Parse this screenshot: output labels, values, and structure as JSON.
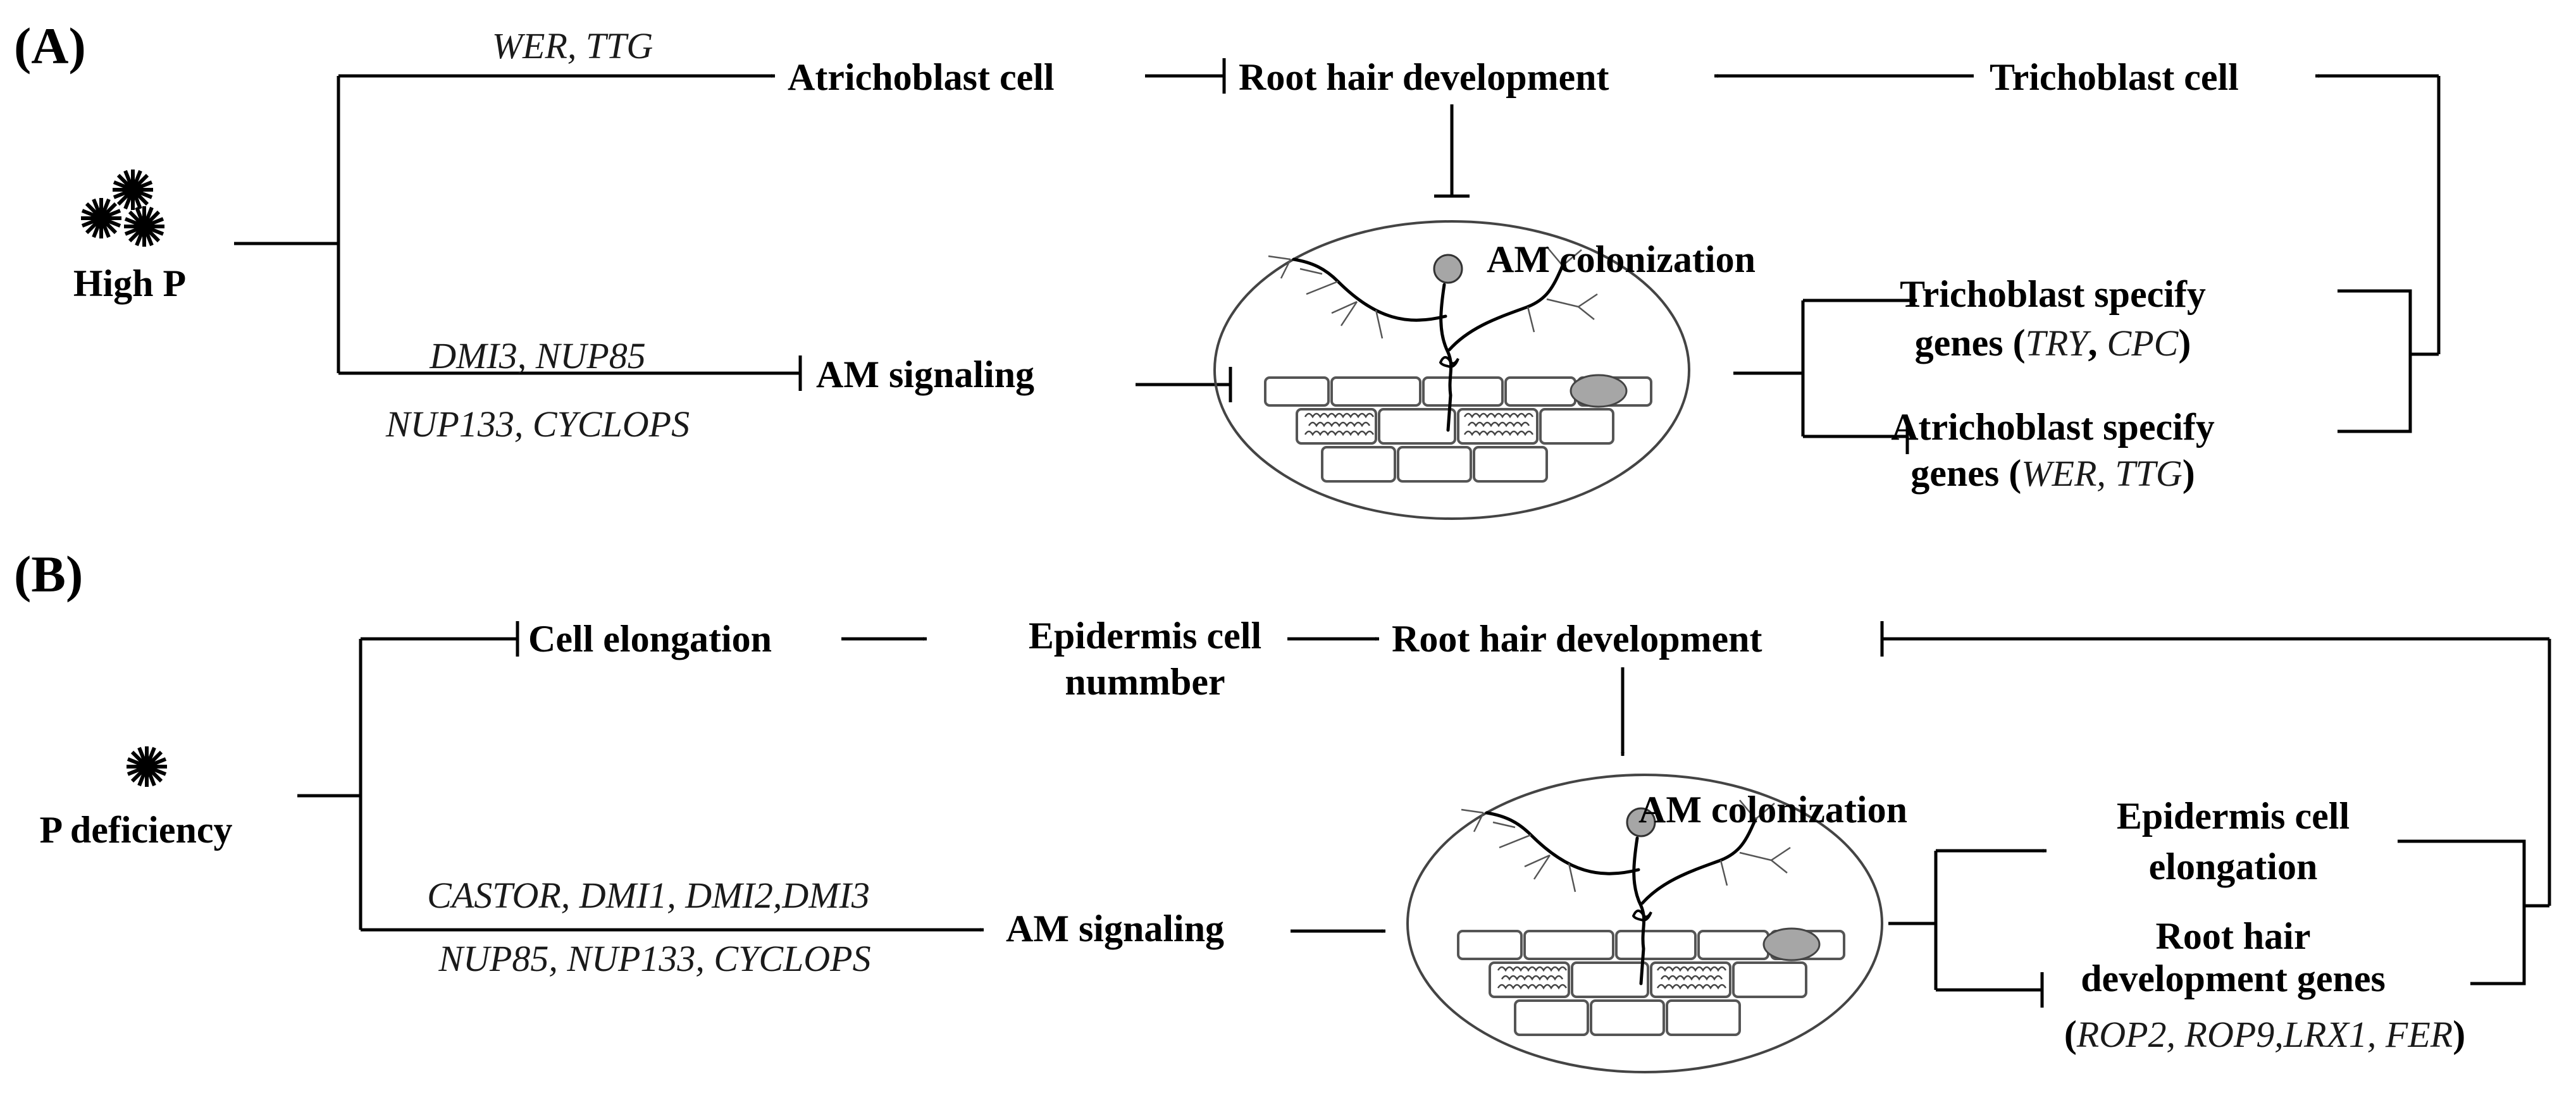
{
  "panel_a": {
    "label": "(A)",
    "condition": "High P",
    "gene_top": "WER, TTG",
    "atrichoblast": "Atrichoblast cell",
    "root_hair": "Root hair development",
    "trichoblast": "Trichoblast cell",
    "gene_bottom_1": "DMI3, NUP85",
    "gene_bottom_2": "NUP133, CYCLOPS",
    "am_signaling": "AM signaling",
    "am_colonization": "AM colonization",
    "tricho_genes_line1": "Trichoblast specify",
    "tricho_genes_pre": "genes (",
    "tricho_genes_g1": "TRY",
    "tricho_genes_sep": ", ",
    "tricho_genes_g2": "CPC",
    "tricho_genes_post": ")",
    "atricho_genes_line1": "Atrichoblast specify",
    "atricho_genes_pre": "genes (",
    "atricho_genes_g1": "WER, TTG",
    "atricho_genes_post": ")"
  },
  "panel_b": {
    "label": "(B)",
    "condition": "P deficiency",
    "cell_elongation": "Cell elongation",
    "epidermis_number_1": "Epidermis cell",
    "epidermis_number_2": "nummber",
    "root_hair": "Root hair development",
    "gene_bottom_1": "CASTOR, DMI1, DMI2,DMI3",
    "gene_bottom_2": "NUP85, NUP133, CYCLOPS",
    "am_signaling": "AM signaling",
    "am_colonization": "AM colonization",
    "epidermis_elong_1": "Epidermis cell",
    "epidermis_elong_2": "elongation",
    "rh_genes_1": "Root hair",
    "rh_genes_2": "development genes",
    "rh_genes_pre": "(",
    "rh_genes_g1": "ROP2, ROP9,LRX1, FER",
    "rh_genes_post": ")"
  },
  "icons": {
    "high_p": "starburst-cluster-icon",
    "low_p": "starburst-icon",
    "root_cross_section": "am-fungus-root-cross-section-icon"
  },
  "colors": {
    "line": "#000000",
    "cell_outline": "#555555",
    "vesicle": "#a6a6a6"
  }
}
